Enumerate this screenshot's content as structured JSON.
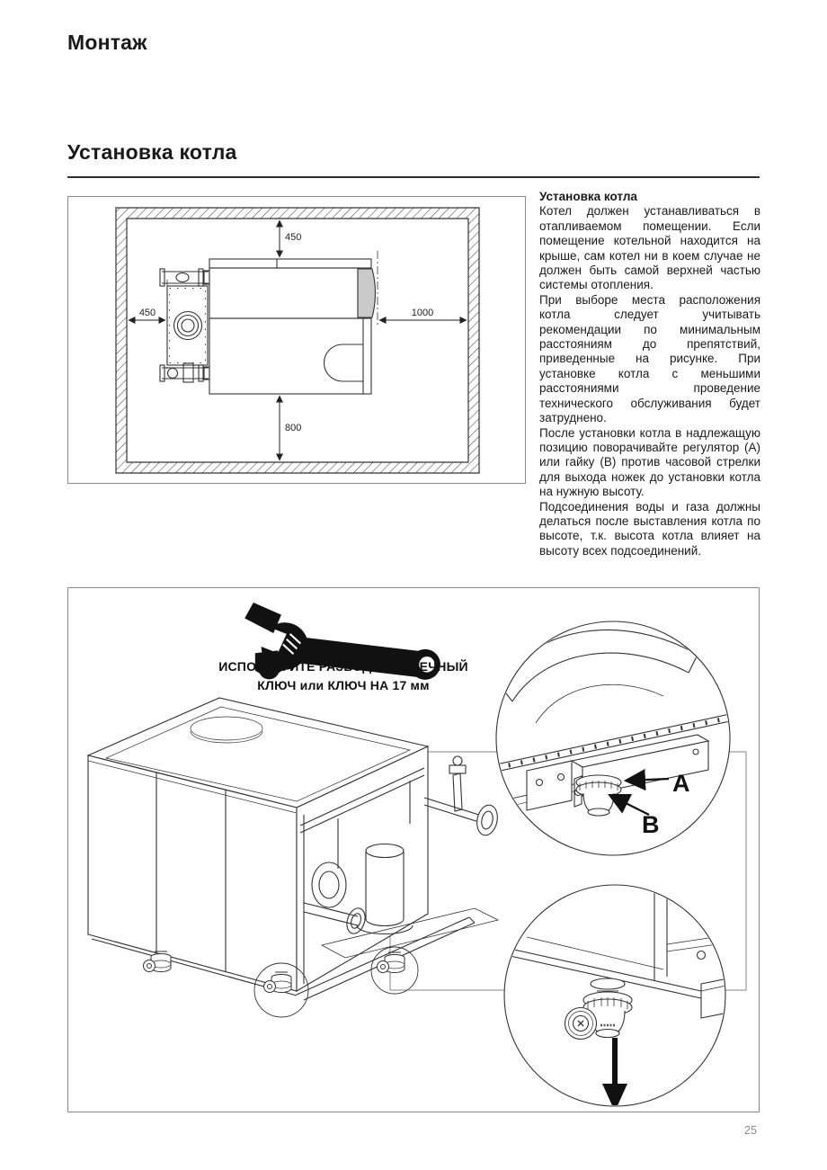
{
  "page": {
    "header": "Монтаж",
    "section_title": "Установка котла",
    "page_number": "25"
  },
  "article": {
    "heading": "Установка котла",
    "p1": "Котел должен устанавливаться в отапливаемом помещении. Если помещение котельной находится на крыше, сам котел ни в коем случае не должен быть самой верхней частью системы отопления.",
    "p2": "При выборе места расположения котла следует учитывать рекомендации по минимальным расстояниям до препятствий, приведенные на рисунке. При установке котла с меньшими расстояниями проведение технического обслуживания будет затруднено.",
    "p3": "После установки котла в надлежащую позицию поворачивайте регулятор (А) или гайку (В) против часовой стрелки для выхода ножек до установки котла на нужную высоту.",
    "p4": "Подсоединения воды и газа должны делаться после выставления котла по высоте, т.к. высота котла влияет на высоту всех подсоединений."
  },
  "figure1": {
    "description": "План помещения с минимальными расстояниями вокруг котла",
    "dim_top": "450",
    "dim_left": "450",
    "dim_right": "1000",
    "dim_bottom": "800"
  },
  "figure2": {
    "icon": "adjustable-wrench",
    "caption_line1": "ИСПОЛЬЗУЙТЕ РАЗВОДНОЙ ГАЕЧНЫЙ",
    "caption_line2": "КЛЮЧ или КЛЮЧ НА 17 мм",
    "label_a": "A",
    "label_b": "B"
  }
}
